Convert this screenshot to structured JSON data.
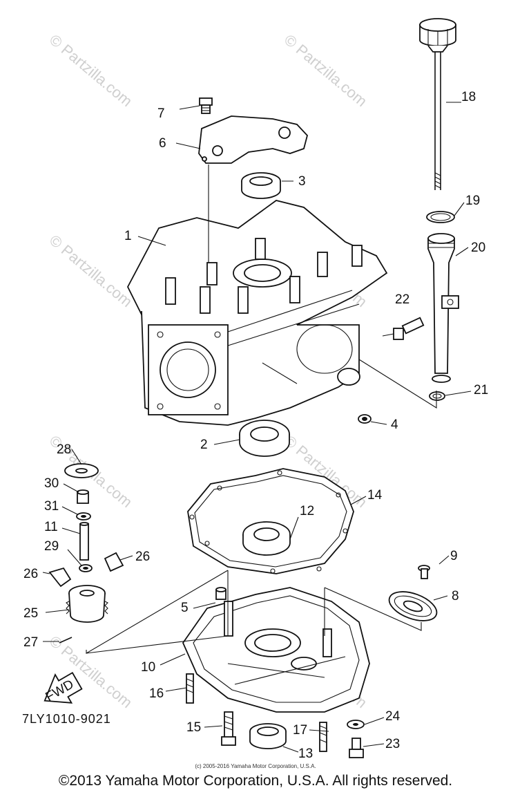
{
  "watermark": "© Partzilla.com",
  "diagram_code": "7LY1010-9021",
  "fwd_label": "FWD",
  "small_copyright": "(c) 2005-2016 Yamaha Motor Corporation, U.S.A.",
  "copyright": "©2013 Yamaha Motor Corporation, U.S.A. All rights reserved.",
  "labels": {
    "p1": "1",
    "p2": "2",
    "p3": "3",
    "p4": "4",
    "p5": "5",
    "p6": "6",
    "p7": "7",
    "p8": "8",
    "p9": "9",
    "p10": "10",
    "p11": "11",
    "p12": "12",
    "p13": "13",
    "p14": "14",
    "p15": "15",
    "p16": "16",
    "p17": "17",
    "p18": "18",
    "p19": "19",
    "p20": "20",
    "p21": "21",
    "p22": "22",
    "p23": "23",
    "p24": "24",
    "p25": "25",
    "p26a": "26",
    "p26b": "26",
    "p27": "27",
    "p28": "28",
    "p29": "29",
    "p30": "30",
    "p31": "31"
  }
}
